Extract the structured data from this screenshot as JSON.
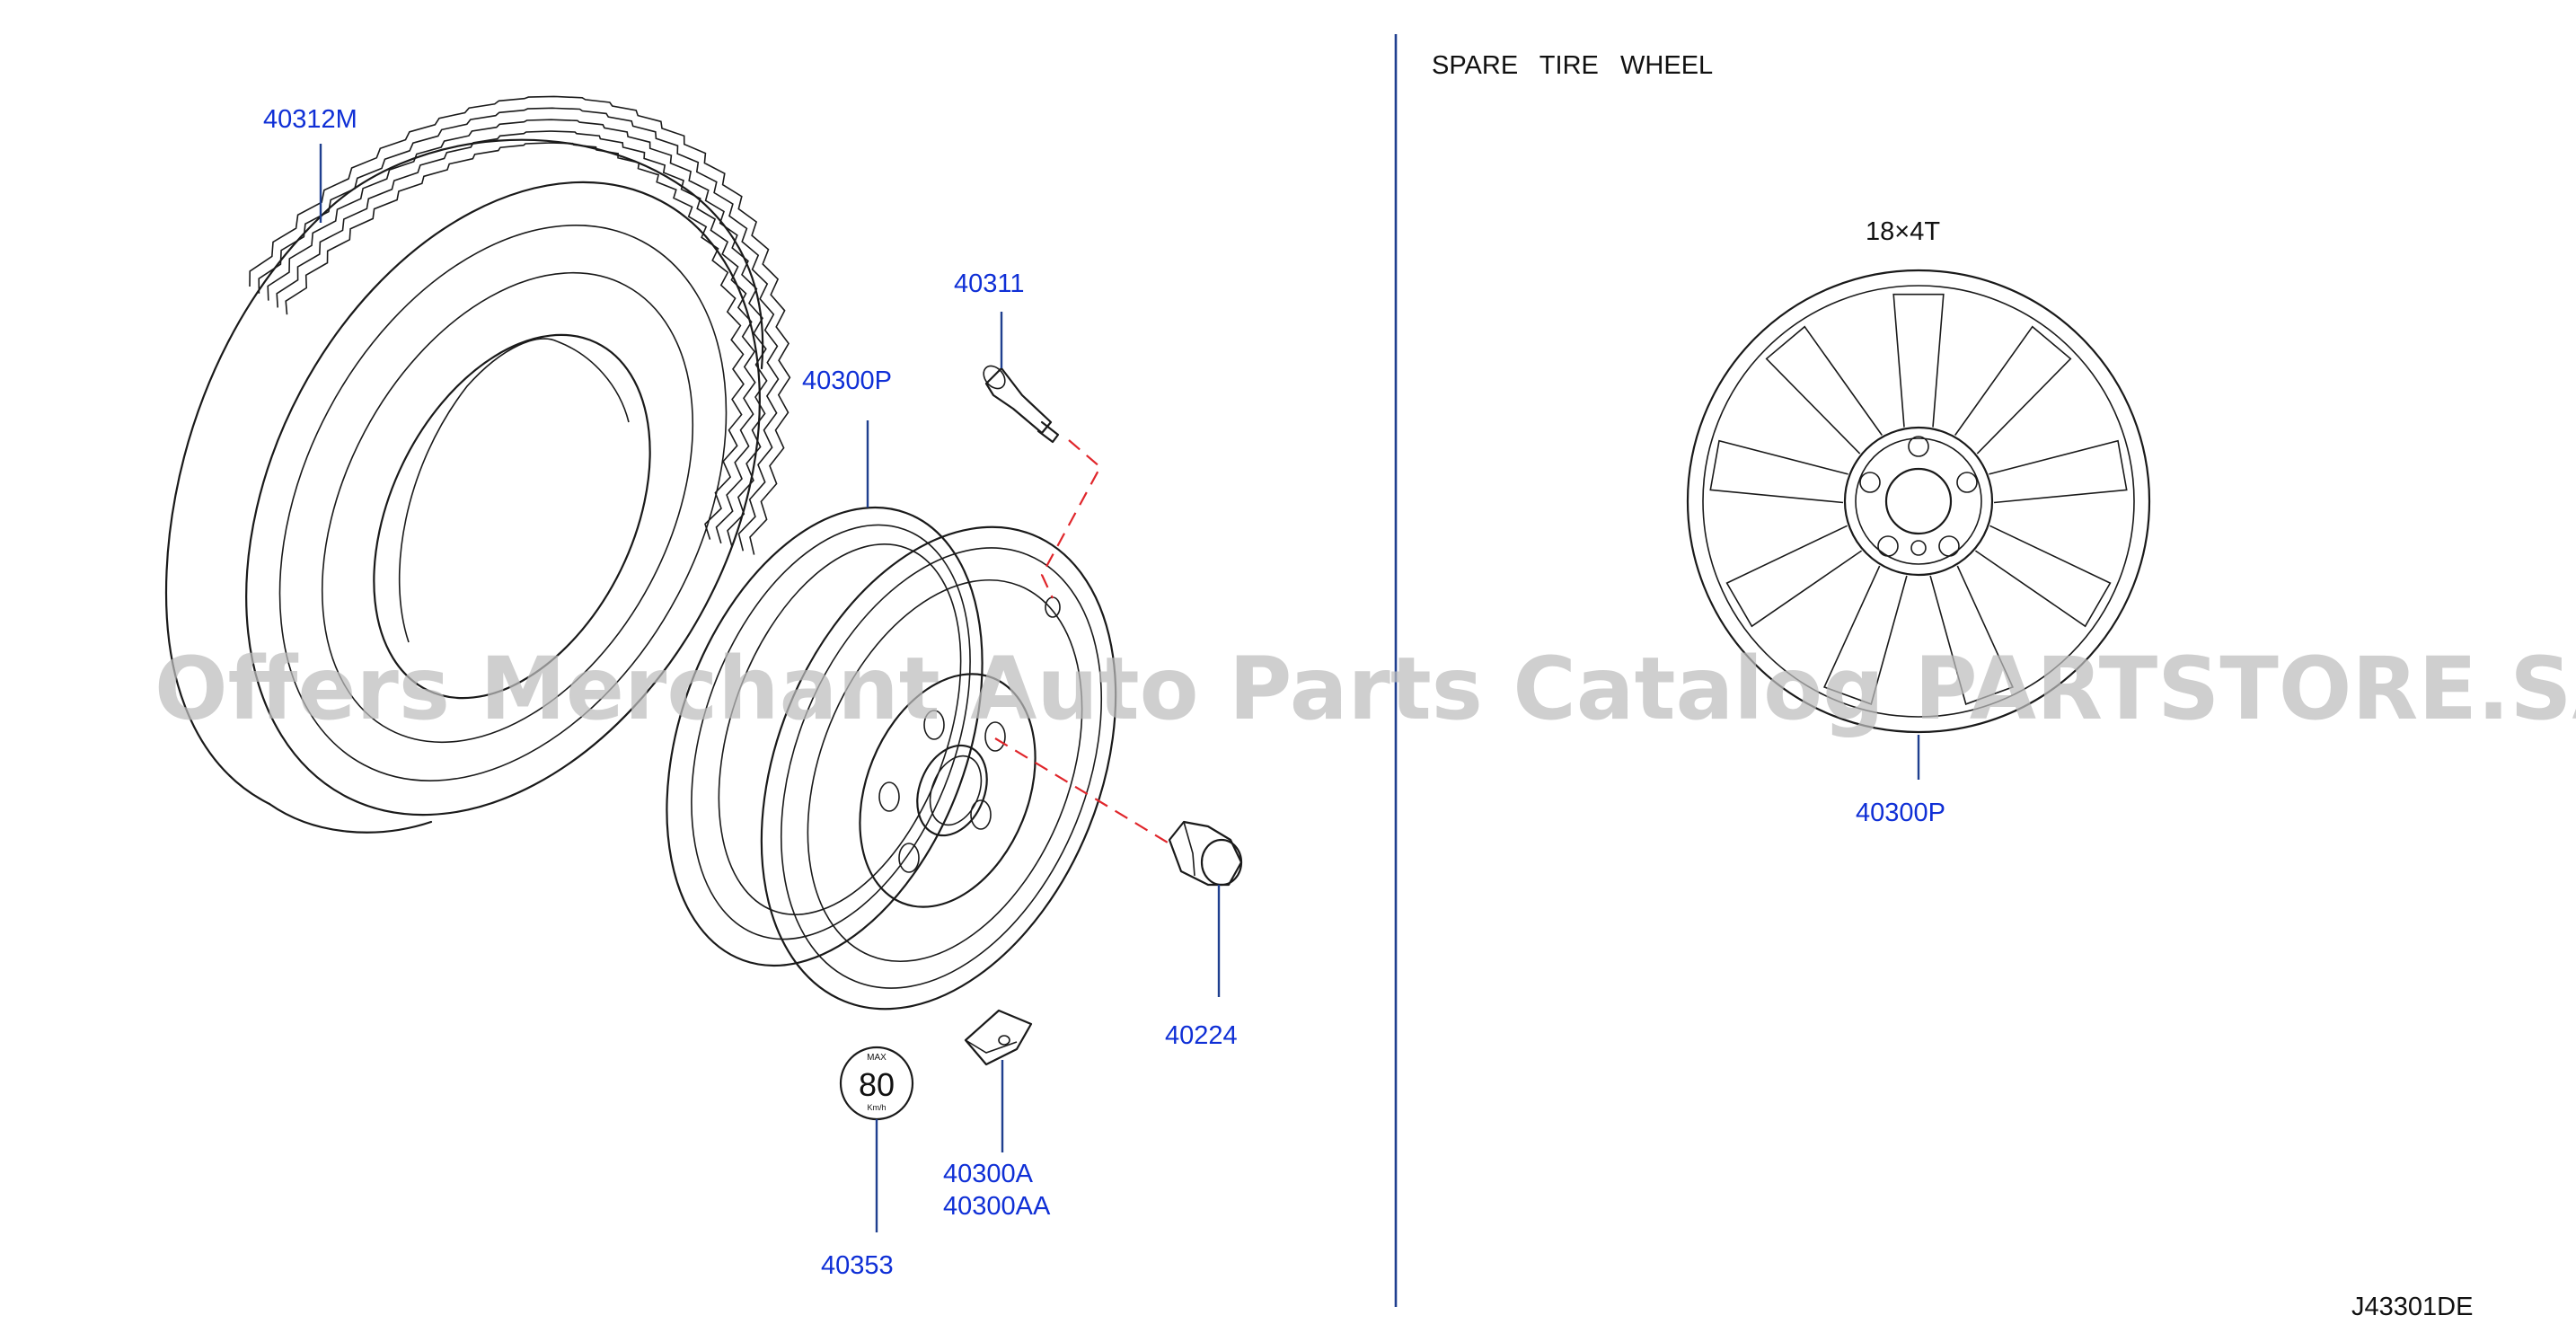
{
  "title": "SPARE   TIRE   WHEEL",
  "wheel_size": "18×4T",
  "diagram_code": "J43301DE",
  "watermark": "Offers Merchant Auto Parts Catalog PARTSTORE.SA",
  "callouts": {
    "tire": "40312M",
    "valve": "40311",
    "wheel_left": "40300P",
    "nut": "40224",
    "weight_a": "40300A",
    "weight_aa": "40300AA",
    "label": "40353",
    "wheel_right": "40300P"
  },
  "speed_label": {
    "max": "MAX",
    "value": "80",
    "unit": "Km/h"
  },
  "colors": {
    "callout": "#0f2fd6",
    "leader": "#1f3f8f",
    "dashed_link": "#e0262b",
    "line_art": "#1a1a1a",
    "watermark": "#bdbdbd"
  }
}
